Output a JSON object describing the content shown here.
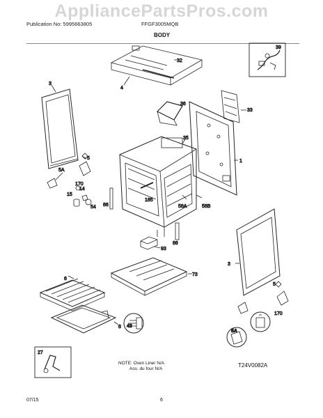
{
  "watermark": "AppliancePartsPros.com",
  "header": {
    "publication": "Publication No: 5995663805",
    "model": "FFGF3005MQB"
  },
  "section_title": "BODY",
  "callouts": {
    "c39": "39",
    "c32": "32",
    "c4": "4",
    "c3_top": "3",
    "c36": "36",
    "c33": "33",
    "c35": "35",
    "c1": "1",
    "c5_left": "5",
    "c5a_left": "5A",
    "c170_left": "170",
    "c15": "15",
    "c14": "14",
    "c54": "54",
    "c86_left": "86",
    "c185": "185",
    "c58a": "58A",
    "c58b": "58B",
    "c86_mid": "86",
    "c93": "93",
    "c3_right": "3",
    "c73": "73",
    "c6": "6",
    "c8": "8",
    "c43": "43",
    "c5_right": "5",
    "c5a_right": "5A",
    "c170_right": "170",
    "c27": "27"
  },
  "note": {
    "line1": "NOTE: Oven Liner N/A",
    "line2": "Ass. du four N/A"
  },
  "diagram_code": "T24V0082A",
  "footer": {
    "date": "07/15",
    "page": "6"
  }
}
